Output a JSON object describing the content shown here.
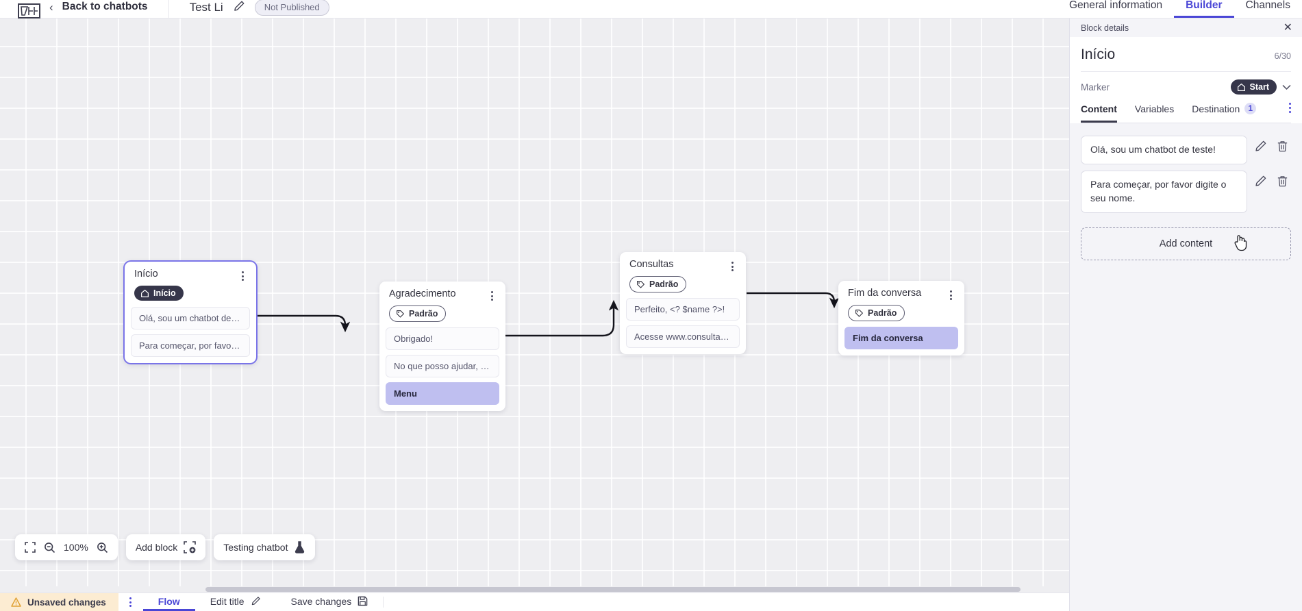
{
  "topbar": {
    "logo": "logo-mark",
    "back_label": "Back to chatbots",
    "bot_title": "Test Li",
    "status_badge": "Not Published",
    "tabs": [
      {
        "label": "General information",
        "active": false
      },
      {
        "label": "Builder",
        "active": true
      },
      {
        "label": "Channels",
        "active": false
      }
    ]
  },
  "canvas": {
    "zoom_level": "100%",
    "toolbar": {
      "fit_icon": "fit-screen-icon",
      "zoom_out_icon": "zoom-out-icon",
      "zoom_in_icon": "zoom-in-icon",
      "add_block_label": "Add block",
      "add_block_icon": "add-block-icon",
      "testing_label": "Testing chatbot",
      "testing_icon": "flask-icon"
    },
    "nodes": [
      {
        "id": "inicio",
        "title": "Início",
        "badge": {
          "label": "Início",
          "type": "start",
          "icon": "home-icon"
        },
        "items": [
          {
            "text": "Olá, sou um chatbot de teste!",
            "highlight": false
          },
          {
            "text": "Para começar, por favor digite o ...",
            "highlight": false
          }
        ],
        "selected": true
      },
      {
        "id": "agradecimento",
        "title": "Agradecimento",
        "badge": {
          "label": "Padrão",
          "type": "default",
          "icon": "tag-icon"
        },
        "items": [
          {
            "text": "Obrigado!",
            "highlight": false
          },
          {
            "text": "No que posso ajudar, <? $name ...",
            "highlight": false
          },
          {
            "text": "Menu",
            "highlight": true
          }
        ],
        "selected": false
      },
      {
        "id": "consultas",
        "title": "Consultas",
        "badge": {
          "label": "Padrão",
          "type": "default",
          "icon": "tag-icon"
        },
        "items": [
          {
            "text": "Perfeito, <? $name ?>!",
            "highlight": false
          },
          {
            "text": "Acesse www.consultas.com par...",
            "highlight": false
          }
        ],
        "selected": false
      },
      {
        "id": "fim-da-conversa",
        "title": "Fim da conversa",
        "badge": {
          "label": "Padrão",
          "type": "default",
          "icon": "tag-icon"
        },
        "items": [
          {
            "text": "Fim da conversa",
            "highlight": true
          }
        ],
        "selected": false
      }
    ]
  },
  "statusbar": {
    "unsaved_label": "Unsaved changes",
    "unsaved_icon": "warning-icon",
    "kebab_icon": "kebab-icon",
    "flow_label": "Flow",
    "edit_title_label": "Edit title",
    "edit_title_icon": "pencil-icon",
    "save_label": "Save changes",
    "save_icon": "save-disk-icon"
  },
  "panel": {
    "header_label": "Block details",
    "close_icon": "close-icon",
    "title": "Início",
    "char_count": "6/30",
    "marker_label": "Marker",
    "marker_value": "Start",
    "marker_icon": "home-icon",
    "marker_chevron": "chevron-down-icon",
    "tabs": [
      {
        "label": "Content",
        "badge": null,
        "active": true
      },
      {
        "label": "Variables",
        "badge": null,
        "active": false
      },
      {
        "label": "Destination",
        "badge": "1",
        "active": false
      }
    ],
    "tabs_kebab": "kebab-icon",
    "content_items": [
      {
        "text": "Olá, sou um chatbot de teste!",
        "edit_icon": "pencil-icon",
        "delete_icon": "trash-icon"
      },
      {
        "text": "Para começar, por favor digite o seu nome.",
        "edit_icon": "pencil-icon",
        "delete_icon": "trash-icon"
      }
    ],
    "add_content_label": "Add content"
  },
  "colors": {
    "accent": "#4a46d6",
    "highlight": "#bfbff0",
    "warning_bg": "#fcecd2",
    "canvas_bg": "#eeeef1",
    "dark": "#36364a"
  }
}
